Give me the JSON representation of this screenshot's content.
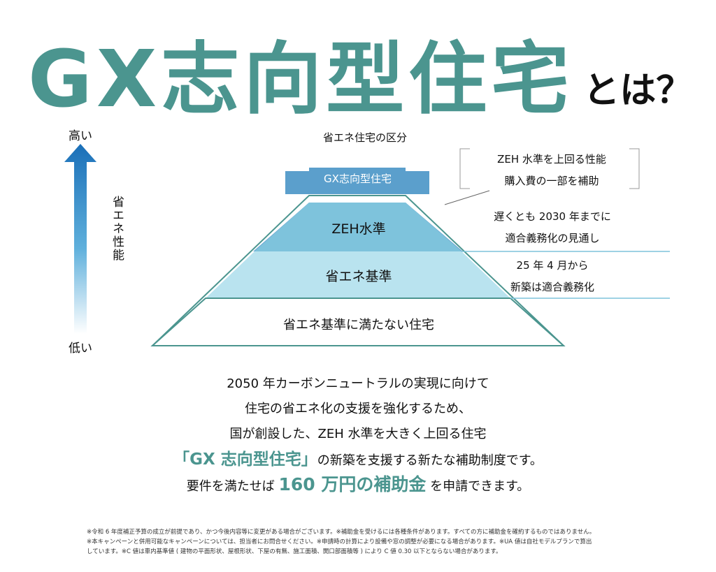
{
  "title": {
    "main": "GX志向型住宅",
    "suffix": "とは？"
  },
  "axis": {
    "high": "高い",
    "low": "低い",
    "label": "省エネ性能"
  },
  "pyramid": {
    "heading": "省エネ住宅の区分",
    "tiers": [
      {
        "label": "GX志向型住宅",
        "color": "#5b9fcc"
      },
      {
        "label": "ZEH水準",
        "color": "#7ec3dc"
      },
      {
        "label": "省エネ基準",
        "color": "#b9e3ef"
      },
      {
        "label": "省エネ基準に満たない住宅",
        "color": "#ffffff"
      }
    ],
    "outline_color": "#4b958f"
  },
  "callouts": {
    "gx": [
      "ZEH 水準を上回る性能",
      "購入費の一部を補助"
    ],
    "zeh": [
      "遅くとも 2030 年までに",
      "適合義務化の見通し"
    ],
    "standard": [
      "25 年 4 月から",
      "新築は適合義務化"
    ]
  },
  "description": {
    "line1": "2050 年カーボンニュートラルの実現に向けて",
    "line2": "住宅の省エネ化の支援を強化するため、",
    "line3": "国が創設した、ZEH 水準を大きく上回る住宅",
    "line4_highlight": "「GX 志向型住宅」",
    "line4_rest": "の新築を支援する新たな補助制度です。",
    "line5_pre": "要件を満たせば",
    "line5_highlight": "160 万円の補助金",
    "line5_post": "を申請できます。"
  },
  "notes": [
    "※令和 6 年度補正予算の成立が前提であり、かつ今後内容等に変更がある場合がございます。※補助金を受けるには各種条件があります。すべての方に補助金を確約するものではありません。",
    "※本キャンペーンと併用可能なキャンペーンについては、担当者にお問合せください。※申請時の計算により設備や窓の調整が必要になる場合があります。※UA 値は自社モデルプランで算出",
    "しています。※C 値は車内基準値 ( 建物の平面形状、屋根形状、下屋の有無、施工面積、開口部面積等 ) により C 値 0.30 以下とならない場合があります。"
  ],
  "colors": {
    "accent": "#4b958f",
    "arrow_top": "#1a6fb8"
  }
}
